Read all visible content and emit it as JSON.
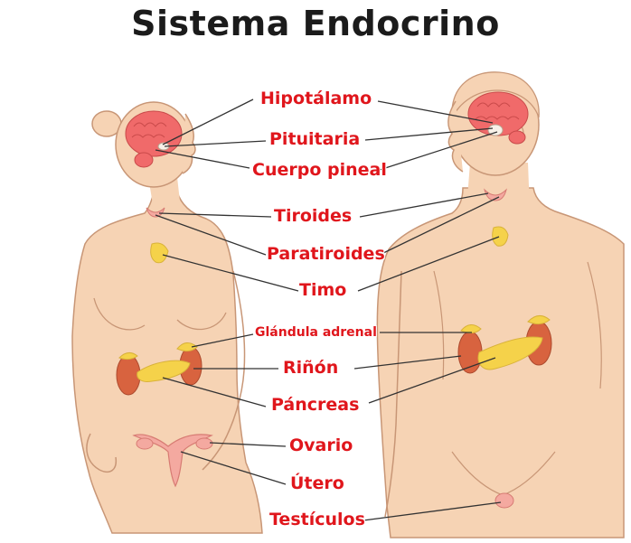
{
  "title": "Sistema Endocrino",
  "labels": {
    "hipotalamo": "Hipotálamo",
    "pituitaria": "Pituitaria",
    "cuerpo_pineal": "Cuerpo pineal",
    "tiroides": "Tiroides",
    "paratiroides": "Paratiroides",
    "timo": "Timo",
    "glandula_adrenal": "Glándula adrenal",
    "rinon": "Riñón",
    "pancreas": "Páncreas",
    "ovario": "Ovario",
    "utero": "Útero",
    "testiculos": "Testículos"
  },
  "colors": {
    "skin": "#f6d3b4",
    "skin_outline": "#c89676",
    "brain": "#f06a6a",
    "gland_yellow": "#f5d24a",
    "kidney": "#d8633f",
    "label_red": "#e0161c",
    "leader_line": "#333333"
  }
}
